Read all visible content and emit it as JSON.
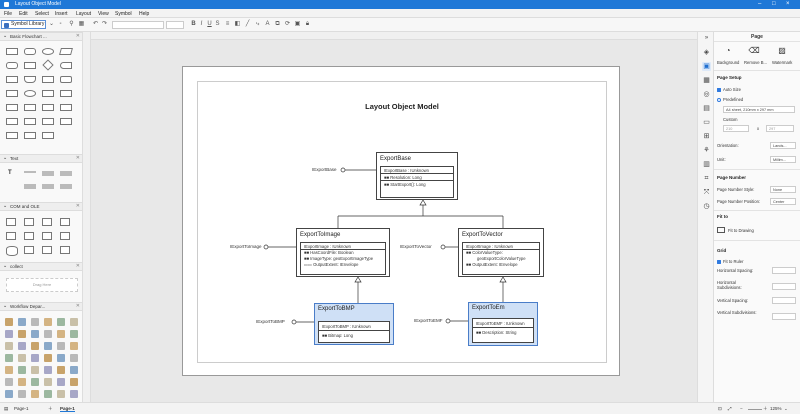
{
  "window": {
    "title": "Layout Object Model"
  },
  "menu": [
    "File",
    "Edit",
    "Select",
    "Insert",
    "Layout",
    "View",
    "Symbol",
    "Help"
  ],
  "toolbar": {
    "font_size": "",
    "zoom_hint": ""
  },
  "left_panel": {
    "tab": "Symbol Library",
    "sections": {
      "basic_flowchart": "Basic Flowchart ...",
      "text": "Text",
      "com_ole": "COM and OLE",
      "collect": "collect",
      "workflow": "Workflow Depar..."
    },
    "drag_here": "Drag Here",
    "text_labels": [
      "T"
    ]
  },
  "diagram": {
    "title": "Layout Object Model",
    "classes": {
      "export_base": {
        "name": "ExportBase",
        "rows": [
          "IExportBase : IUnknown",
          "Resolution: Long",
          "StartExport(): Long"
        ]
      },
      "export_to_image": {
        "name": "ExportToImage",
        "rows": [
          "IExportImage : IUnknown",
          "HasCoordFile: Boolean",
          "ImageType: geoExportImageType",
          "OutputExtent: IEnvelope"
        ]
      },
      "export_to_vector": {
        "name": "ExportToVector",
        "rows": [
          "IExportImage : IUnknown",
          "ColorValueType:",
          "geoExportColorValueType",
          "OutputExtent: IEnvelope"
        ]
      },
      "export_to_bmp": {
        "name": "ExportToBMP",
        "rows": [
          "IExportToBMP : IUnknown",
          "Bitmap: Long"
        ]
      },
      "export_to_em": {
        "name": "ExportToEm",
        "rows": [
          "IExportToEMF : IUnknown",
          "Description: String"
        ]
      }
    },
    "interfaces": {
      "iexportbase": "IExportBase",
      "iexportimage": "IExportToImage",
      "iexportvector": "IExportToVector",
      "iexportbmp": "IExportToBMP",
      "iexportemf": "IExportToEMF"
    }
  },
  "properties": {
    "header": "Page",
    "top_buttons": [
      "Background",
      "Remove B...",
      "Watermark"
    ],
    "page_setup": "Page Setup",
    "auto_size": "Auto Size",
    "predefined": "Predefined",
    "paper": "A4 sheet, 210mm x 297 mm",
    "custom": "Custom",
    "custom_w": "210",
    "custom_h": "297",
    "x_symbol": "x",
    "orientation_label": "Orientation:",
    "orientation_value": "Lands...",
    "unit_label": "Unit:",
    "unit_value": "Millim...",
    "page_number": "Page Number",
    "pn_style_label": "Page Number Style:",
    "pn_style_value": "None",
    "pn_pos_label": "Page Number Position:",
    "pn_pos_value": "Center",
    "fit_to": "Fit to",
    "fit_to_drawing": "Fit to Drawing",
    "grid": "Grid",
    "fit_to_ruler": "Fit to Ruler",
    "h_spacing": "Horizontal Spacing:",
    "h_subdiv": "Horizontal Subdivisions:",
    "v_spacing": "Vertical Spacing:",
    "v_subdiv": "Vertical Subdivisions:"
  },
  "status": {
    "page_tab1": "Page-1",
    "page_tab2": "Page-1",
    "zoom": "125%"
  }
}
